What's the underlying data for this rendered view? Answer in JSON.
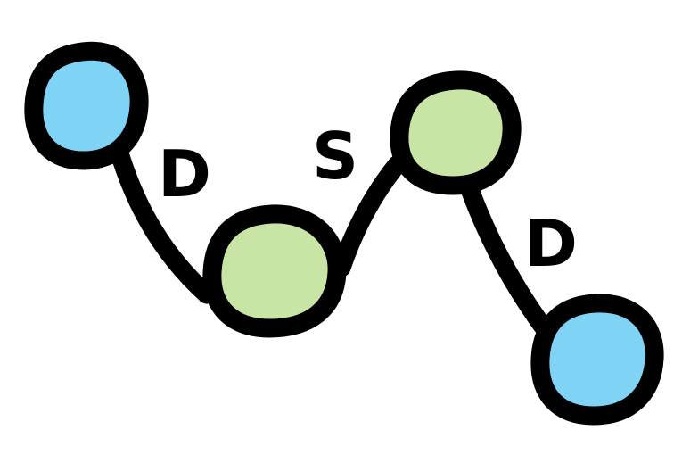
{
  "diagram": {
    "colors": {
      "outline": "#000000",
      "blue_node": "#7fd3f5",
      "green_node": "#c9e5a6",
      "background": "#ffffff"
    },
    "nodes": [
      {
        "id": "n1",
        "kind": "blue"
      },
      {
        "id": "n2",
        "kind": "green"
      },
      {
        "id": "n3",
        "kind": "green"
      },
      {
        "id": "n4",
        "kind": "blue"
      }
    ],
    "edges": [
      {
        "from": "n1",
        "to": "n2",
        "label": "D"
      },
      {
        "from": "n2",
        "to": "n3",
        "label": "S"
      },
      {
        "from": "n3",
        "to": "n4",
        "label": "D"
      }
    ]
  }
}
